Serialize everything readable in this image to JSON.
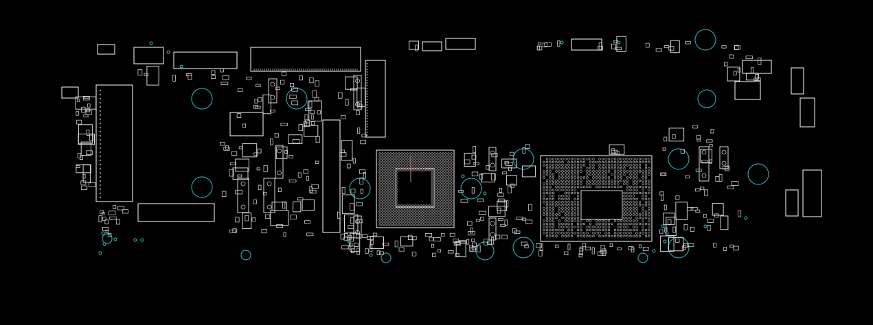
{
  "viewer": {
    "background": "#000000",
    "outline_color": "#d8d8d8",
    "via_color": "#1fa7a7",
    "cursor_color": "#d98a8a",
    "cursor_shape": "crosshair"
  },
  "components": [
    "left-connector-strip",
    "top-left-connector",
    "top-center-connector",
    "vertical-connector",
    "cpu-bga-package",
    "pch-bga-package",
    "bottom-left-connector",
    "right-header-a",
    "right-header-b",
    "right-header-c"
  ]
}
